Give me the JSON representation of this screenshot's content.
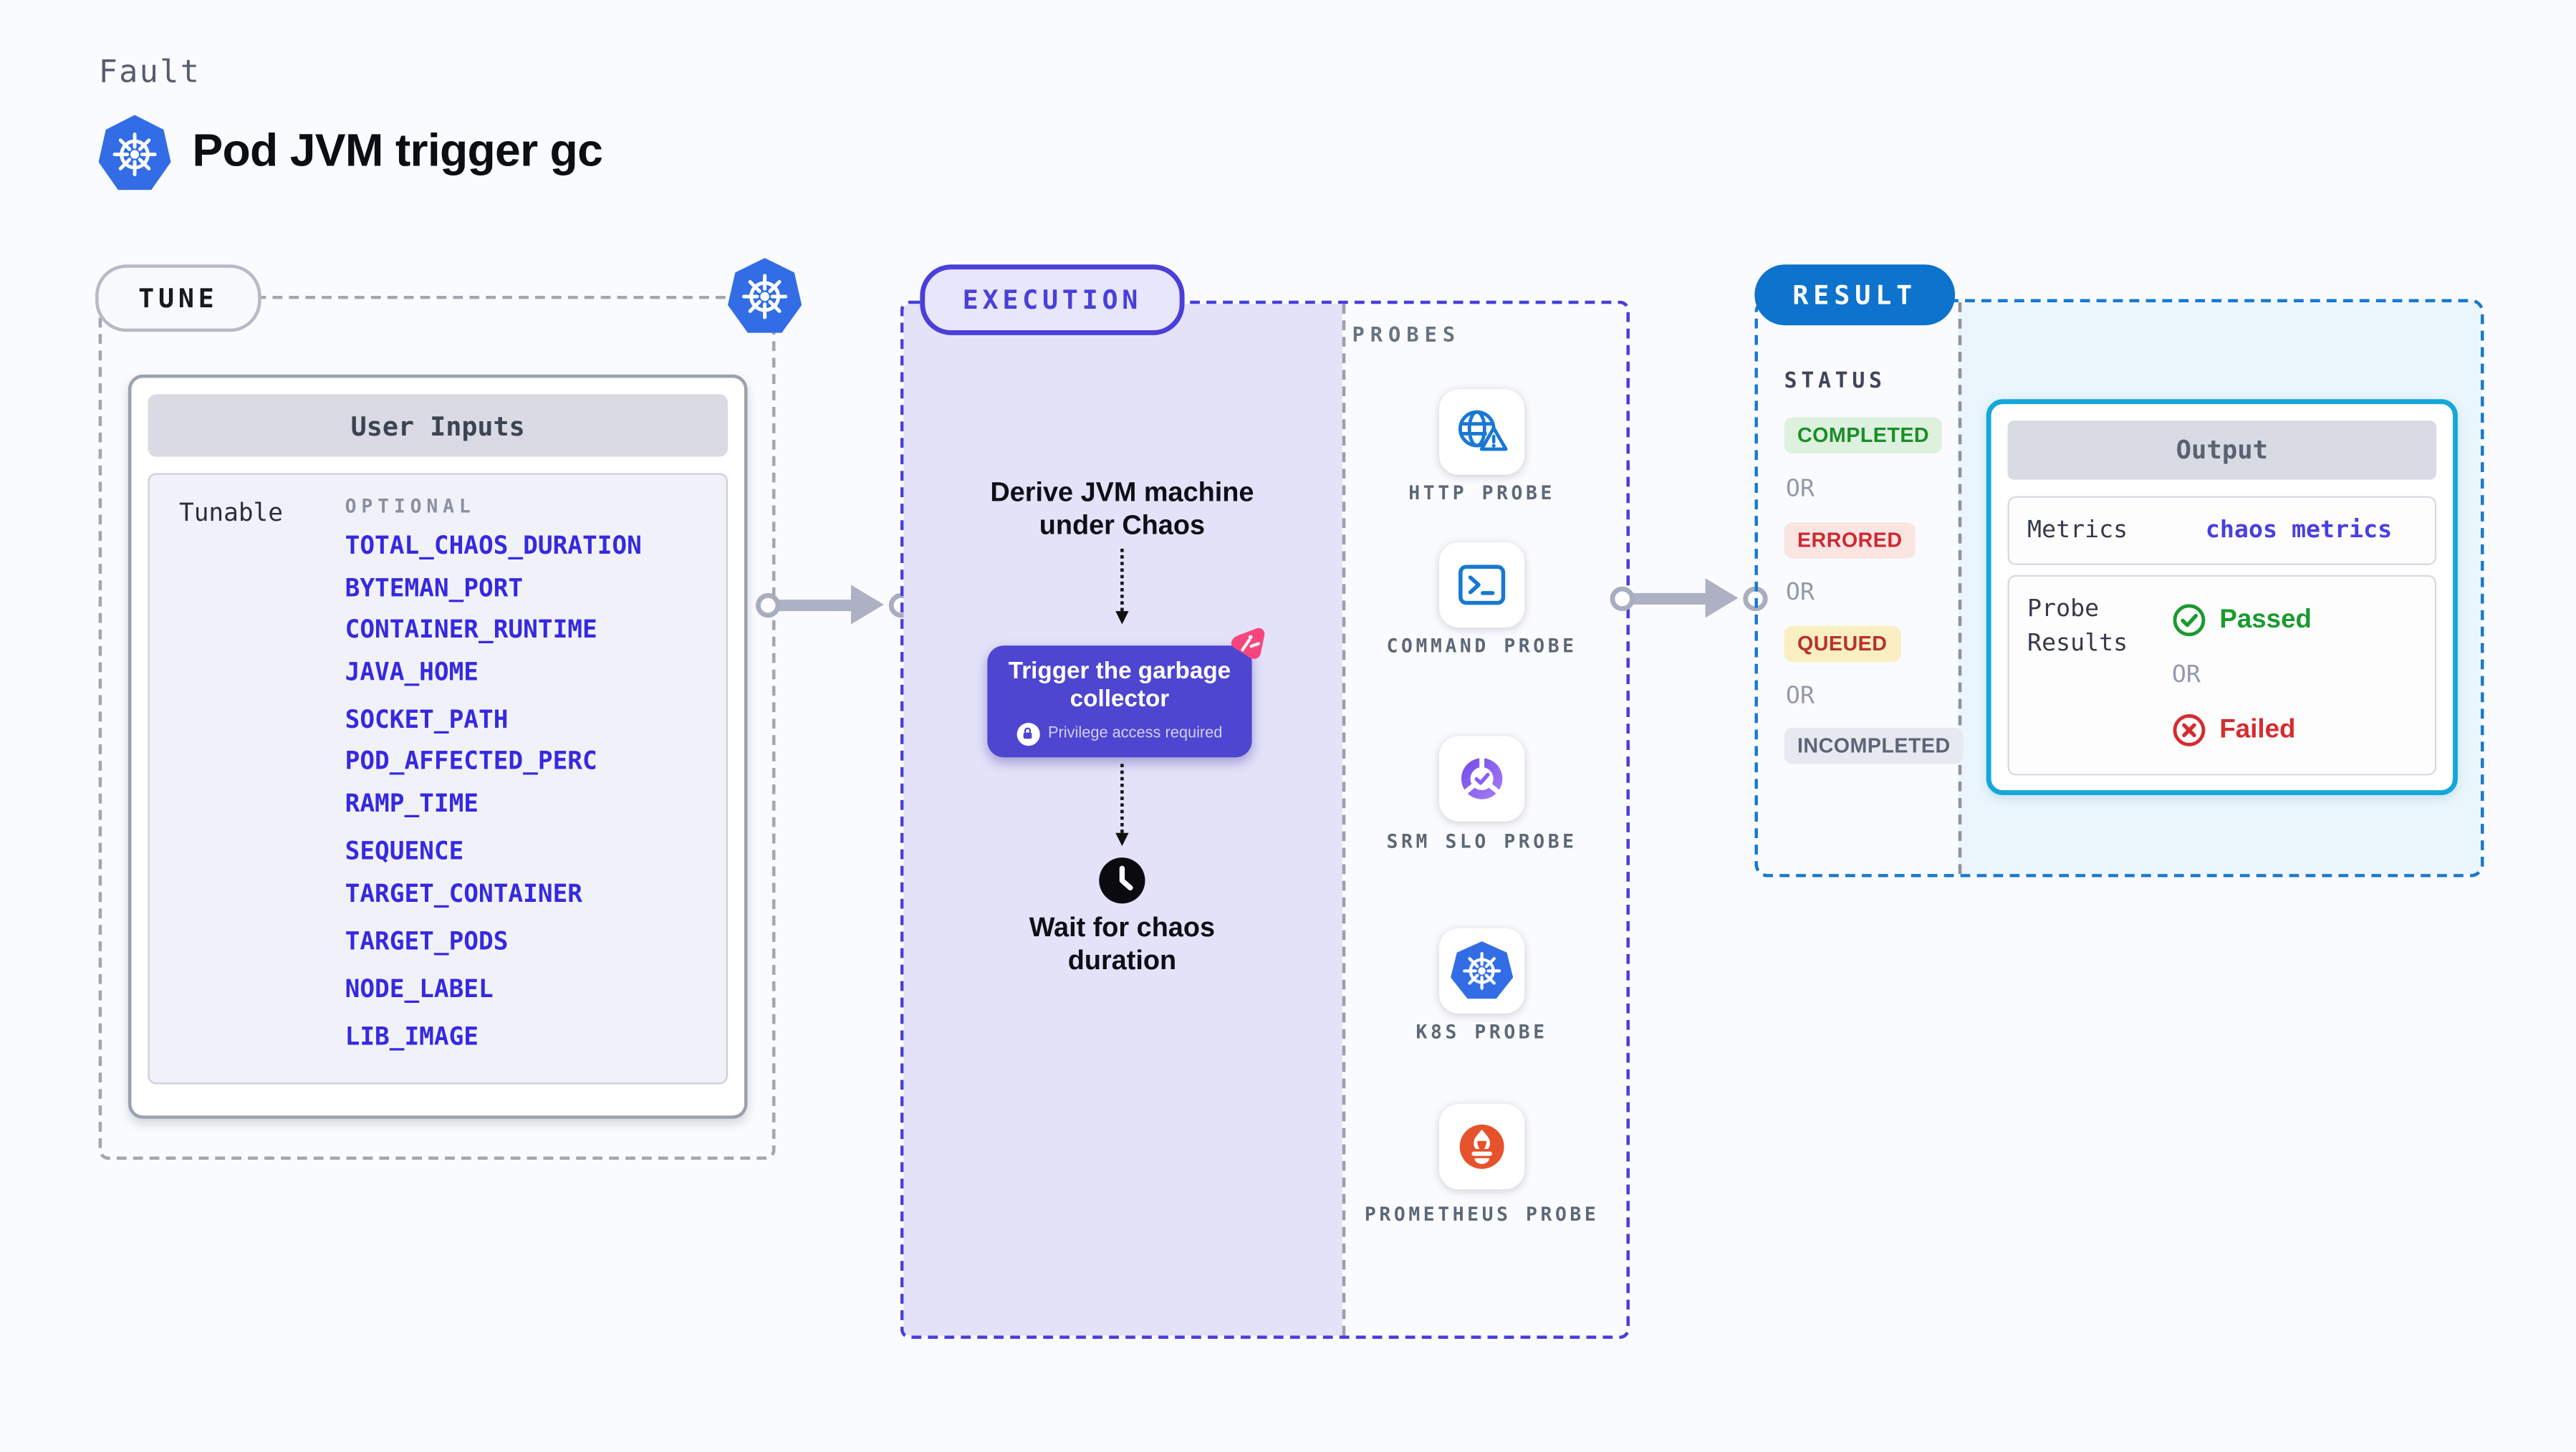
{
  "header": {
    "eyebrow": "Fault",
    "title": "Pod JVM trigger gc"
  },
  "tune": {
    "badge": "TUNE",
    "panel_title": "User Inputs",
    "row_label": "Tunable",
    "column_label": "OPTIONAL",
    "params": [
      "TOTAL_CHAOS_DURATION",
      "BYTEMAN_PORT",
      "CONTAINER_RUNTIME",
      "JAVA_HOME",
      "SOCKET_PATH",
      "POD_AFFECTED_PERC",
      "RAMP_TIME",
      "SEQUENCE",
      "TARGET_CONTAINER",
      "TARGET_PODS",
      "NODE_LABEL",
      "LIB_IMAGE"
    ]
  },
  "execution": {
    "badge": "EXECUTION",
    "derive_line1": "Derive JVM machine",
    "derive_line2": "under Chaos",
    "trigger_label": "Trigger the garbage collector",
    "privilege_note": "Privilege access required",
    "wait_label": "Wait for chaos duration"
  },
  "probes": {
    "label": "PROBES",
    "items": [
      {
        "name": "HTTP PROBE",
        "icon": "globe-alert-icon"
      },
      {
        "name": "COMMAND PROBE",
        "icon": "terminal-icon"
      },
      {
        "name": "SRM SLO PROBE",
        "icon": "slo-donut-icon"
      },
      {
        "name": "K8S PROBE",
        "icon": "kubernetes-icon"
      },
      {
        "name": "PROMETHEUS PROBE",
        "icon": "prometheus-icon"
      }
    ]
  },
  "result": {
    "badge": "RESULT",
    "status_label": "STATUS",
    "or_label": "OR",
    "statuses": [
      {
        "label": "COMPLETED",
        "type": "success"
      },
      {
        "label": "ERRORED",
        "type": "error"
      },
      {
        "label": "QUEUED",
        "type": "warning"
      },
      {
        "label": "INCOMPLETED",
        "type": "neutral"
      }
    ],
    "output": {
      "title": "Output",
      "metrics_label": "Metrics",
      "metrics_value": "chaos metrics",
      "probe_results_label": "Probe Results",
      "passed_label": "Passed",
      "failed_label": "Failed"
    }
  },
  "colors": {
    "accent_indigo": "#4a3fd8",
    "param_blue": "#3629e0",
    "result_blue": "#0d73cc",
    "output_border_cyan": "#15a7db",
    "success_green": "#1b8e28",
    "error_red": "#cc2a33",
    "kubernetes_blue": "#326de6",
    "prometheus_orange": "#e6522c",
    "pink_badge": "#f5477e"
  }
}
